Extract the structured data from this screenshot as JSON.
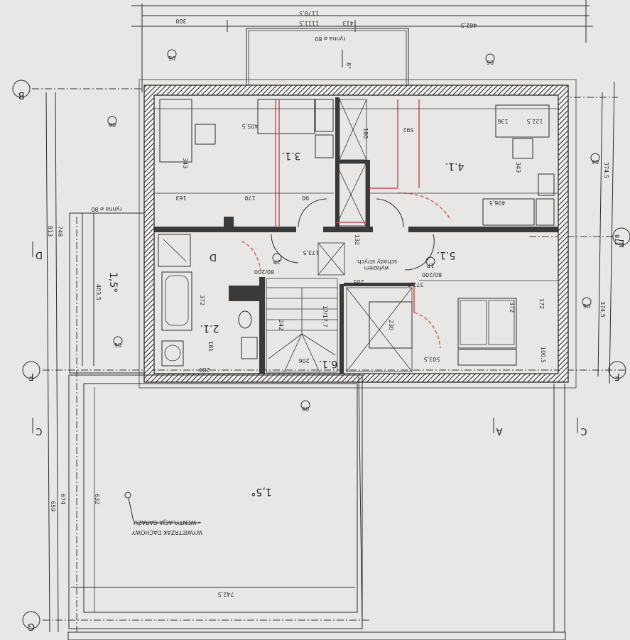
{
  "dimensions": {
    "overall_outer": "1178,5",
    "overall_inner": "1111,5",
    "top_left": "300",
    "top_mid": "413",
    "top_right": "462,5",
    "left_total": "813",
    "left_inner": "748",
    "left_terrace": "403,5",
    "garage_left_outer": "659",
    "garage_left_mid": "674",
    "garage_left_inner": "632",
    "garage_width": "742,5",
    "right_upper": "374,5",
    "right_total": "813",
    "right_lower": "374,5",
    "room31_width": "405,5",
    "room41_width": "592",
    "d_122": "122,5",
    "d_136": "136",
    "d_343a": "343",
    "d_343b": "343",
    "d_163": "163",
    "d_170": "170",
    "d_90": "90",
    "d_180": "180",
    "d_406": "406,5",
    "d_372a": "372",
    "d_181": "181",
    "d_280": "280",
    "d_206": "206",
    "d_372_5": "372,5",
    "d_372b": "372",
    "d_172": "172",
    "d_100": "100,5",
    "d_503": "503,5",
    "d_230": "230",
    "d_173": "173,5",
    "d_132": "132",
    "d_205": "205",
    "d_242": "242",
    "stairs": "17/17,7"
  },
  "notes": {
    "gutter_top": "rynna ⌀ 80",
    "gutter_left": "rynna ⌀ 80",
    "slope_balcony": "8°",
    "slope_terrace": "1,5°",
    "slope_garage": "1,5°",
    "vent_line1": "WYWIETRZAK DACHOWY",
    "vent_line2": "- WENTYLACJA GARAŻU",
    "attic_stairs1": "schody strych.",
    "attic_stairs2": "wyłazem",
    "door_2p": "2P",
    "door_1p": "1P",
    "door_size_a": "80/200",
    "door_size_b": "80/200"
  },
  "rooms": {
    "r31": "3.1.",
    "r41": "4.1.",
    "r51": "5.1.",
    "r21": "2.1.",
    "r61": "6.1."
  },
  "axes": {
    "b": "B",
    "e": "E",
    "f_left": "F",
    "f_right": "F",
    "g": "G",
    "d": "D",
    "c_left": "C",
    "c_right": "C",
    "a": "A"
  },
  "window_tag": "06",
  "colors": {
    "paper": "#e9e6e6",
    "ink": "#2b2b2b",
    "redline": "#c9504a"
  }
}
